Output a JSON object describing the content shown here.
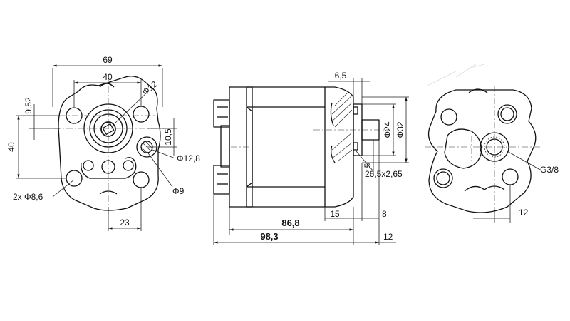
{
  "front_view": {
    "dim_width": "69",
    "dim_bolt_spacing": "40",
    "dim_offset": "9,52",
    "dim_height": "40",
    "dim_shaft": "Φ12",
    "dim_port_offset": "10,5",
    "dim_port_dia": "Φ12,8",
    "dim_port_hole": "Φ9",
    "dim_holes": "2x Φ8,6",
    "dim_bottom": "23"
  },
  "side_view": {
    "dim_flange": "6,5",
    "dim_pilot": "Φ24",
    "dim_outer": "Φ32",
    "dim_step": "5",
    "dim_oring": "26,5x2,65",
    "dim_body": "86,8",
    "dim_shaft_len": "15",
    "dim_shaft_end": "8",
    "dim_total": "98,3",
    "dim_right": "12"
  },
  "rear_view": {
    "dim_thread": "G3/8",
    "dim_bottom": "12"
  },
  "colors": {
    "line": "#111111",
    "background": "#ffffff"
  }
}
